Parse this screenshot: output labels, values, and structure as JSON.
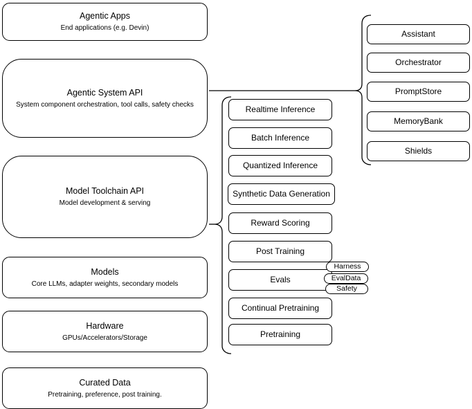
{
  "canvas": {
    "background": "#ffffff",
    "stroke_color": "#000000",
    "text_color": "#000000"
  },
  "stack": [
    {
      "title": "Agentic Apps",
      "subtitle": "End applications (e.g. Devin)"
    },
    {
      "title": "Agentic System API",
      "subtitle": "System component orchestration, tool calls, safety checks"
    },
    {
      "title": "Model Toolchain API",
      "subtitle": "Model development & serving"
    },
    {
      "title": "Models",
      "subtitle": "Core LLMs, adapter weights, secondary models"
    },
    {
      "title": "Hardware",
      "subtitle": "GPUs/Accelerators/Storage"
    },
    {
      "title": "Curated Data",
      "subtitle": "Pretraining, preference, post training."
    }
  ],
  "toolchain_group": {
    "items": [
      "Realtime Inference",
      "Batch Inference",
      "Quantized Inference",
      "Synthetic Data Generation",
      "Reward Scoring",
      "Post Training",
      "Evals",
      "Continual Pretraining",
      "Pretraining"
    ]
  },
  "evals_tags": [
    "Harness",
    "EvalData",
    "Safety"
  ],
  "system_group": {
    "items": [
      "Assistant",
      "Orchestrator",
      "PromptStore",
      "MemoryBank",
      "Shields"
    ]
  }
}
